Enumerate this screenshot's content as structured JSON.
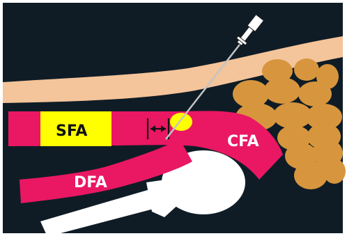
{
  "labels": {
    "sfa": "SFA",
    "cfa": "CFA",
    "dfa": "DFA"
  },
  "colors": {
    "background": "#0f1c26",
    "frame": "#ffffff",
    "skin": "#f4c49a",
    "artery": "#ea1763",
    "highlight": "#ffff00",
    "bone": "#ffffff",
    "lymph_nodes": "#d7963e",
    "needle": "#c4c4c4",
    "marker": "#111111"
  },
  "icons": {
    "needle": "needle-icon",
    "measurement": "double-arrow-icon"
  }
}
